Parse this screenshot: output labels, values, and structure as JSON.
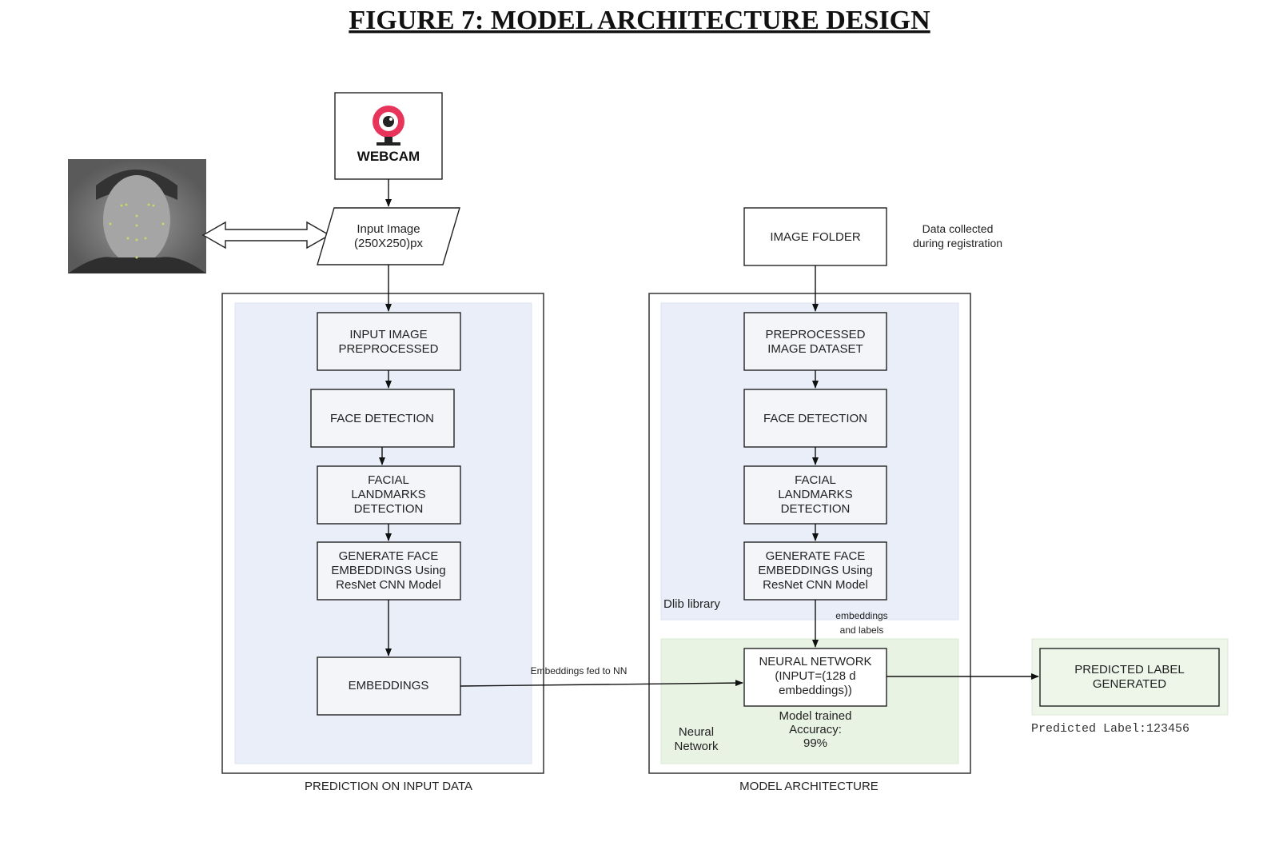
{
  "title": "FIGURE 7: MODEL ARCHITECTURE DESIGN",
  "webcam": {
    "label": "WEBCAM",
    "icon": "webcam-icon",
    "accent": "#e8335a"
  },
  "face_image": {
    "icon": "face-landmarks-photo"
  },
  "input_image": {
    "line1": "Input Image",
    "line2": "(250X250)px"
  },
  "prediction": {
    "caption": "PREDICTION ON INPUT DATA",
    "step1": {
      "line1": "INPUT IMAGE",
      "line2": "PREPROCESSED"
    },
    "step2": {
      "line1": "FACE DETECTION"
    },
    "step3": {
      "line1": "FACIAL",
      "line2": "LANDMARKS",
      "line3": "DETECTION"
    },
    "step4": {
      "line1": "GENERATE FACE",
      "line2": "EMBEDDINGS Using",
      "line3": "ResNet CNN Model"
    },
    "step5": {
      "line1": "EMBEDDINGS"
    }
  },
  "model": {
    "caption": "MODEL ARCHITECTURE",
    "image_folder": "IMAGE FOLDER",
    "data_note": {
      "line1": "Data collected",
      "line2": "during registration"
    },
    "step1": {
      "line1": "PREPROCESSED",
      "line2": "IMAGE DATASET"
    },
    "step2": {
      "line1": "FACE DETECTION"
    },
    "step3": {
      "line1": "FACIAL",
      "line2": "LANDMARKS",
      "line3": "DETECTION"
    },
    "step4": {
      "line1": "GENERATE FACE",
      "line2": "EMBEDDINGS Using",
      "line3": "ResNet CNN Model"
    },
    "dlib_label": "Dlib library",
    "embeddings_note": {
      "line1": "embeddings",
      "line2": "and labels"
    },
    "nn": {
      "line1": "NEURAL NETWORK",
      "line2": "(INPUT=(128 d",
      "line3": "embeddings))"
    },
    "accuracy": {
      "line1": "Model trained",
      "line2": "Accuracy:",
      "line3": "99%"
    },
    "nn_region": {
      "line1": "Neural",
      "line2": "Network"
    }
  },
  "edge_label": "Embeddings fed to NN",
  "output": {
    "line1": "PREDICTED LABEL",
    "line2": "GENERATED",
    "predicted_text": "Predicted Label:123456"
  },
  "colors": {
    "blue_region": "#e9eef8",
    "green_region": "#e9f3e4",
    "output_region": "#eef6ea"
  }
}
